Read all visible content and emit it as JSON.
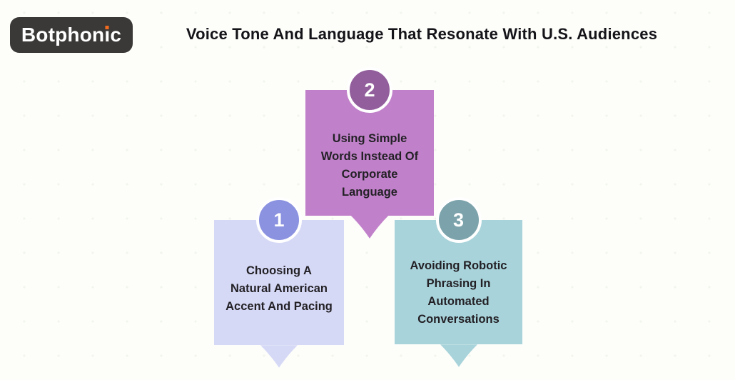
{
  "page": {
    "background": "#fdfdfa"
  },
  "header": {
    "logo": {
      "brand": "Botphonic",
      "brand_pre": "Botphon",
      "brand_i_base": "ı",
      "brand_post": "c",
      "bg": "#3a3937",
      "text_color": "#ffffff",
      "dot_color": "#f26a1e"
    },
    "title": "Voice Tone And Language That Resonate With U.S. Audiences"
  },
  "cards": [
    {
      "number": "1",
      "text": "Choosing A\nNatural American\nAccent And Pacing",
      "fill": "#d6d9f6",
      "badge": "#8b92e0",
      "text_color": "#232126"
    },
    {
      "number": "2",
      "text": "Using Simple\nWords Instead Of\nCorporate\nLanguage",
      "fill": "#c181ca",
      "badge": "#925f9c",
      "text_color": "#232126"
    },
    {
      "number": "3",
      "text": "Avoiding Robotic\nPhrasing In\nAutomated\nConversations",
      "fill": "#a8d3da",
      "badge": "#7ca3ab",
      "text_color": "#232126"
    }
  ]
}
